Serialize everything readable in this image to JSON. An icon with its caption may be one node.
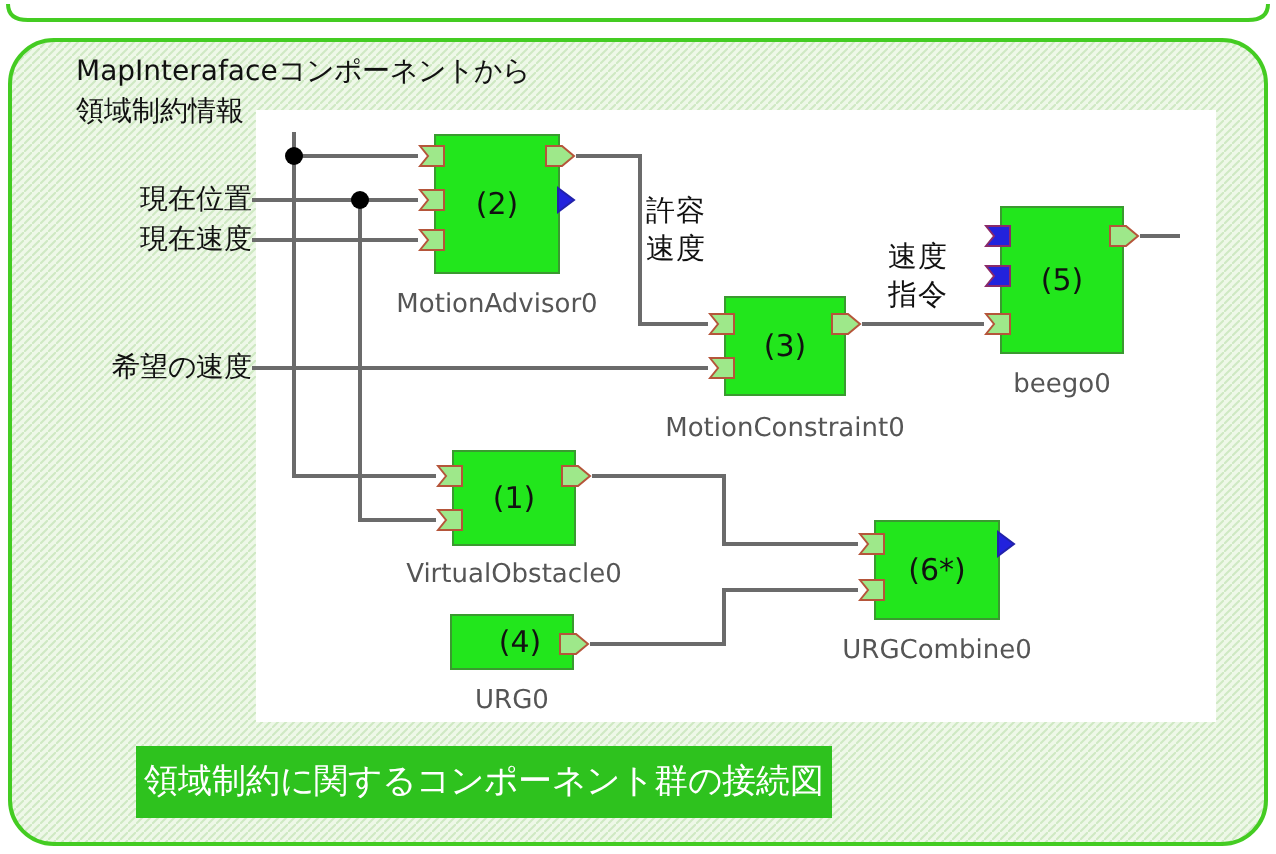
{
  "diagram": {
    "caption": "領域制約に関するコンポーネント群の接続図",
    "nodes": [
      {
        "text": [
          "MapInterafaceコンポーネントから領域制約情報"
        ]
      },
      {
        "text": [
          "現在位置"
        ]
      },
      {
        "text": [
          "現在速度"
        ]
      },
      {
        "text": [
          "希望の速度"
        ]
      },
      {
        "text": [
          "(2)"
        ],
        "beside": [
          "MotionAdvisor0"
        ]
      },
      {
        "text": [
          "(3)"
        ],
        "beside": [
          "MotionConstraint0"
        ]
      },
      {
        "text": [
          "(5)"
        ],
        "beside": [
          "beego0"
        ]
      },
      {
        "text": [
          "(1)"
        ],
        "beside": [
          "VirtualObstacle0"
        ]
      },
      {
        "text": [
          "(6*)"
        ],
        "beside": [
          "URGCombine0"
        ]
      },
      {
        "text": [
          "(4)"
        ],
        "beside": [
          "URG0"
        ]
      }
    ],
    "edges": [
      {
        "from": 0,
        "to": 4,
        "arrow": "none"
      },
      {
        "from": 0,
        "to": 7,
        "arrow": "none"
      },
      {
        "from": 1,
        "to": 4,
        "arrow": "none"
      },
      {
        "from": 1,
        "to": 7,
        "arrow": "none"
      },
      {
        "from": 2,
        "to": 4,
        "arrow": "none"
      },
      {
        "from": 3,
        "to": 5,
        "arrow": "none"
      },
      {
        "from": 4,
        "to": 5,
        "arrow": "none",
        "label": "許容速度"
      },
      {
        "from": 5,
        "to": 6,
        "arrow": "none",
        "label": "速度指令"
      },
      {
        "from": 6,
        "to": null,
        "arrow": "none"
      },
      {
        "from": 7,
        "to": 8,
        "arrow": "none"
      },
      {
        "from": 9,
        "to": 8,
        "arrow": "none"
      }
    ]
  }
}
